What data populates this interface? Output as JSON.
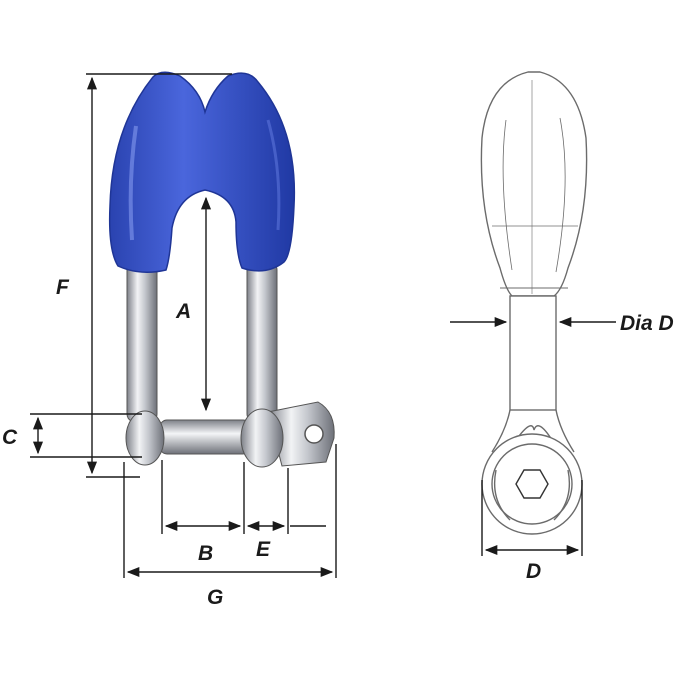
{
  "labels": {
    "A": "A",
    "B": "B",
    "C": "C",
    "D": "D",
    "E": "E",
    "F": "F",
    "G": "G",
    "dia_d": "Dia D"
  },
  "colors": {
    "sheath": "#3a55c8",
    "sheath_shadow": "#1f3596",
    "steel": "#c9ccd2",
    "line": "#1a1a1a",
    "outline": "#6b6b6b"
  }
}
